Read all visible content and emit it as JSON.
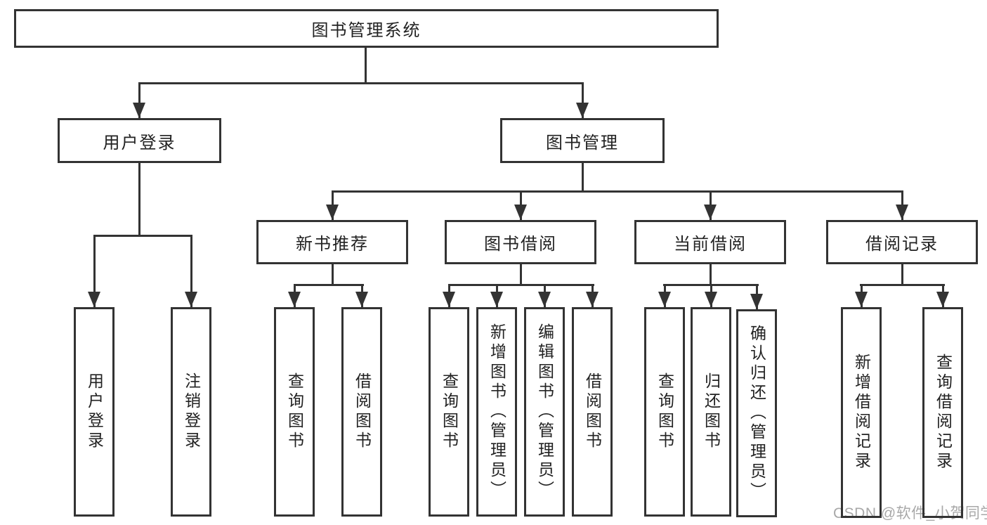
{
  "tree": {
    "root": {
      "label": "图书管理系统"
    },
    "user_login": {
      "label": "用户登录",
      "children": [
        {
          "label": "用户登录"
        },
        {
          "label": "注销登录"
        }
      ]
    },
    "book_mgmt": {
      "label": "图书管理",
      "children": [
        {
          "label": "新书推荐",
          "children": [
            {
              "label": "查询图书"
            },
            {
              "label": "借阅图书"
            }
          ]
        },
        {
          "label": "图书借阅",
          "children": [
            {
              "label": "查询图书"
            },
            {
              "label": "新增图书（管理员）"
            },
            {
              "label": "编辑图书（管理员）"
            },
            {
              "label": "借阅图书"
            }
          ]
        },
        {
          "label": "当前借阅",
          "children": [
            {
              "label": "查询图书"
            },
            {
              "label": "归还图书"
            },
            {
              "label": "确认归还（管理员）"
            }
          ]
        },
        {
          "label": "借阅记录",
          "children": [
            {
              "label": "新增借阅记录"
            },
            {
              "label": "查询借阅记录"
            }
          ]
        }
      ]
    }
  },
  "watermark": {
    "text": "CSDN @软件_小贺同学"
  },
  "colors": {
    "line": "#333333",
    "box_border": "#333333",
    "box_fill": "#ffffff",
    "text": "#222222",
    "watermark": "#a8a8a8",
    "background": "#ffffff"
  }
}
